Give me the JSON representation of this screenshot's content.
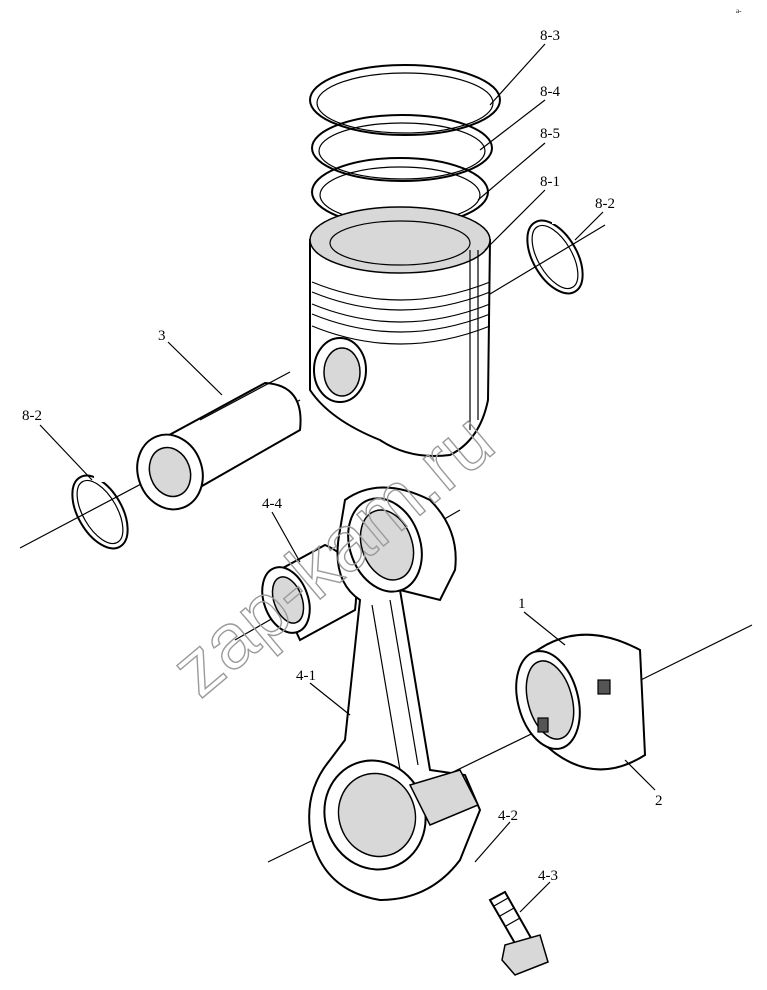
{
  "watermark": "zap-kam.ru",
  "corner_mark": "a-",
  "labels": {
    "l_8_3": "8-3",
    "l_8_4": "8-4",
    "l_8_5": "8-5",
    "l_8_1": "8-1",
    "l_8_2_right": "8-2",
    "l_3": "3",
    "l_8_2_left": "8-2",
    "l_4_4": "4-4",
    "l_1": "1",
    "l_4_1": "4-1",
    "l_2": "2",
    "l_4_2": "4-2",
    "l_4_3": "4-3"
  }
}
